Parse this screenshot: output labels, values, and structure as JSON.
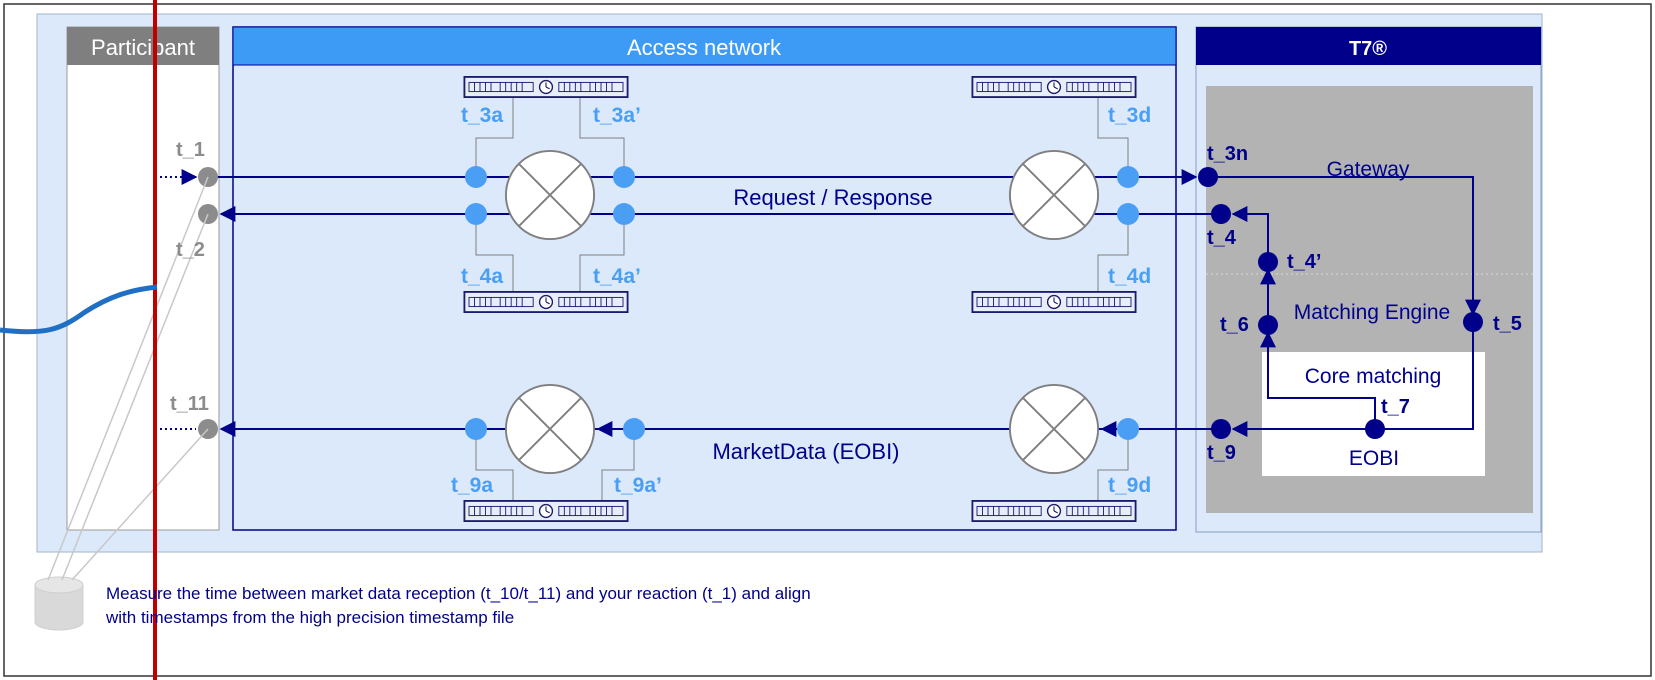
{
  "colors": {
    "frame_fill": "#dbe9fb",
    "participant_header": "#7f7f7f",
    "access_header": "#3d9bf5",
    "t7_header": "#00008b",
    "gateway_box": "#b3b3b3",
    "dark_node": "#00008b",
    "light_node": "#4a9ff5",
    "grey_node": "#8c8c8c",
    "red_line": "#c00000",
    "blue_curve": "#1f6fc5",
    "timestamp_light": "#4a9ff5",
    "timestamp_grey": "#8c8c8c"
  },
  "headers": {
    "participant": "Participant",
    "access_network": "Access network",
    "t7": "T7®"
  },
  "participant_labels": {
    "t1": "t_1",
    "t2": "t_2",
    "t11": "t_11"
  },
  "access_labels": {
    "t3a": "t_3a",
    "t3a_prime": "t_3a’",
    "t3d": "t_3d",
    "t4a": "t_4a",
    "t4a_prime": "t_4a’",
    "t4d": "t_4d",
    "t9a": "t_9a",
    "t9a_prime": "t_9a’",
    "t9d": "t_9d"
  },
  "flow_labels": {
    "request_response": "Request / Response",
    "market_data": "MarketData (EOBI)"
  },
  "t7_labels": {
    "t3n": "t_3n",
    "gateway": "Gateway",
    "t4": "t_4",
    "t4_prime": "t_4’",
    "t6": "t_6",
    "matching_engine": "Matching Engine",
    "t5": "t_5",
    "core_matching": "Core matching",
    "t7": "t_7",
    "t9": "t_9",
    "eobi": "EOBI"
  },
  "footer": {
    "line1": "Measure the time between market data reception (t_10/t_11) and your reaction (t_1) and align",
    "line2": "with timestamps from the high precision timestamp file"
  },
  "icons": {
    "switch": "switch-cross-icon",
    "timestamp_device": "timestamp-device-icon",
    "database": "database-icon"
  }
}
